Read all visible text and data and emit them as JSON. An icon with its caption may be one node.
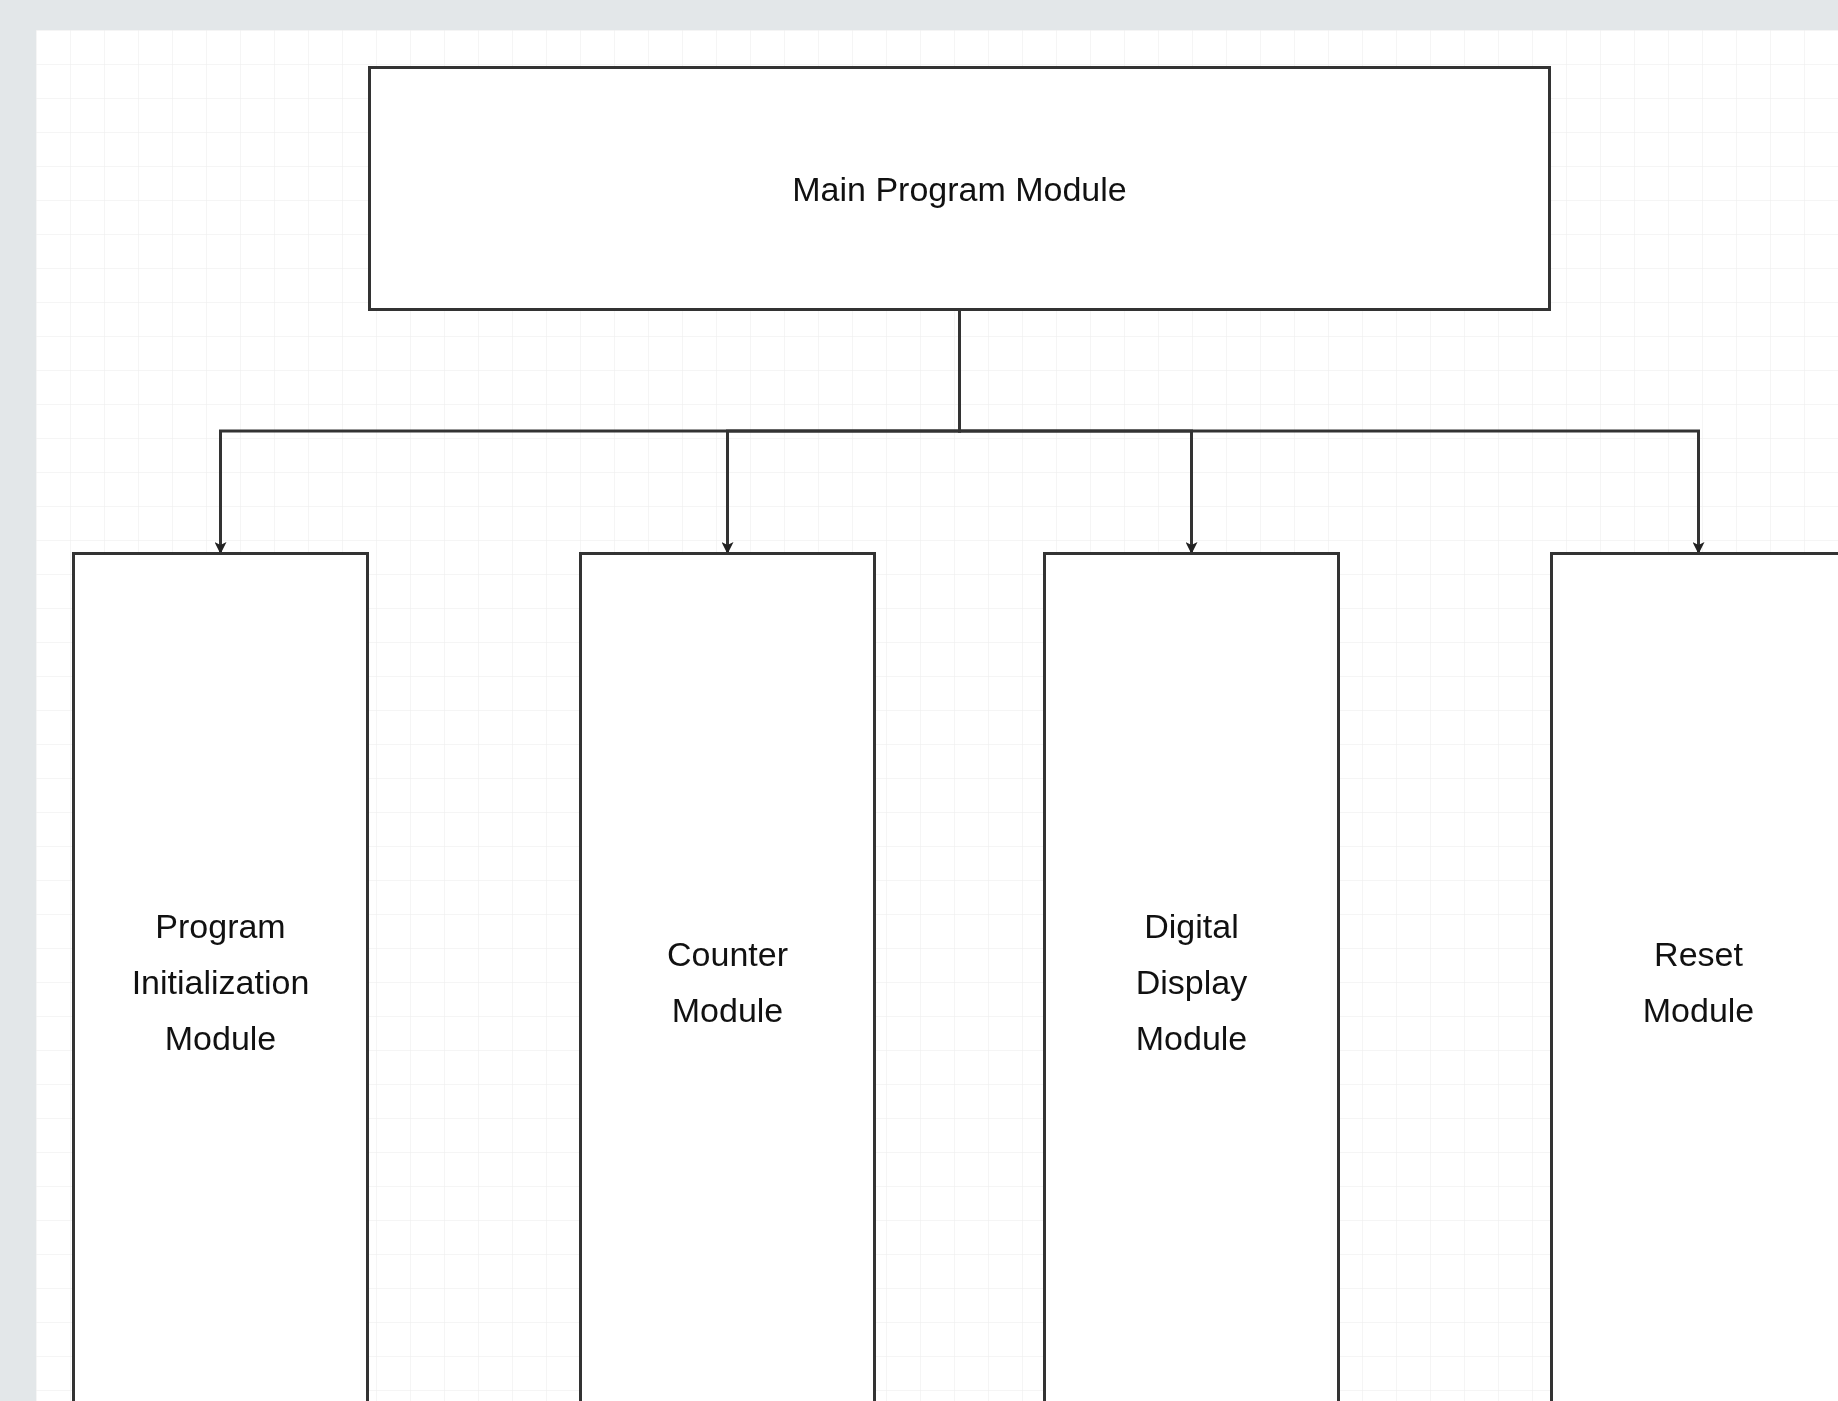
{
  "diagram": {
    "nodes": [
      {
        "text": [
          "Main Program Module"
        ]
      },
      {
        "text": [
          "Program Initialization Module"
        ]
      },
      {
        "text": [
          "Counter Module"
        ]
      },
      {
        "text": [
          "Digital Display Module"
        ]
      },
      {
        "text": [
          "Reset Module"
        ]
      }
    ],
    "edges": [
      {
        "from": 0,
        "to": 1,
        "arrow": "to"
      },
      {
        "from": 0,
        "to": 2,
        "arrow": "to"
      },
      {
        "from": 0,
        "to": 3,
        "arrow": "to"
      },
      {
        "from": 0,
        "to": 4,
        "arrow": "to"
      }
    ]
  }
}
